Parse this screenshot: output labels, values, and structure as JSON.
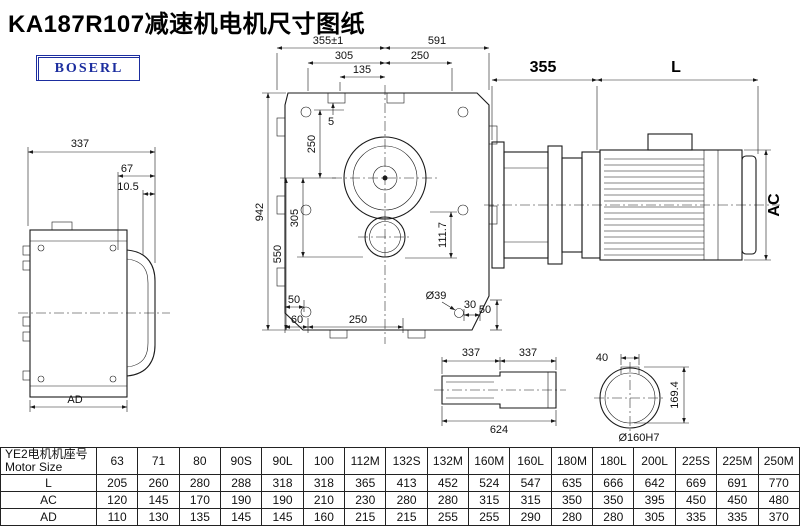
{
  "title": "KA187R107减速机电机尺寸图纸",
  "logo": "BOSERL",
  "colors": {
    "line": "#1a1a1a",
    "logo_blue": "#1b2d9e"
  },
  "views": {
    "side": {
      "d337": "337",
      "d67": "67",
      "d105": "10.5",
      "dAD": "AD"
    },
    "main": {
      "t355": "355±1",
      "t591": "591",
      "t305": "305",
      "t250": "250",
      "t135": "135",
      "v942": "942",
      "v550": "550",
      "v305": "305",
      "v250": "250",
      "v5": "5",
      "r1117": "111.7",
      "b50": "50",
      "b60": "60",
      "b250": "250",
      "d39": "Ø39",
      "b30": "30",
      "b50b": "50"
    },
    "motor": {
      "d355": "355",
      "dL": "L",
      "dAC": "AC"
    },
    "shaft": {
      "d337a": "337",
      "d337b": "337",
      "d624": "624"
    },
    "bore": {
      "d40": "40",
      "d1694": "169.4",
      "label": "Ø160H7"
    }
  },
  "table": {
    "header_cn": "YE2电机机座号",
    "header_en": "Motor Size",
    "sizes": [
      "63",
      "71",
      "80",
      "90S",
      "90L",
      "100",
      "112M",
      "132S",
      "132M",
      "160M",
      "160L",
      "180M",
      "180L",
      "200L",
      "225S",
      "225M",
      "250M"
    ],
    "rows": [
      {
        "label": "L",
        "values": [
          "205",
          "260",
          "280",
          "288",
          "318",
          "318",
          "365",
          "413",
          "452",
          "524",
          "547",
          "635",
          "666",
          "642",
          "669",
          "691",
          "770"
        ]
      },
      {
        "label": "AC",
        "values": [
          "120",
          "145",
          "170",
          "190",
          "190",
          "210",
          "230",
          "280",
          "280",
          "315",
          "315",
          "350",
          "350",
          "395",
          "450",
          "450",
          "480"
        ]
      },
      {
        "label": "AD",
        "values": [
          "110",
          "130",
          "135",
          "145",
          "145",
          "160",
          "215",
          "215",
          "255",
          "255",
          "290",
          "280",
          "280",
          "305",
          "335",
          "335",
          "370"
        ]
      }
    ]
  }
}
